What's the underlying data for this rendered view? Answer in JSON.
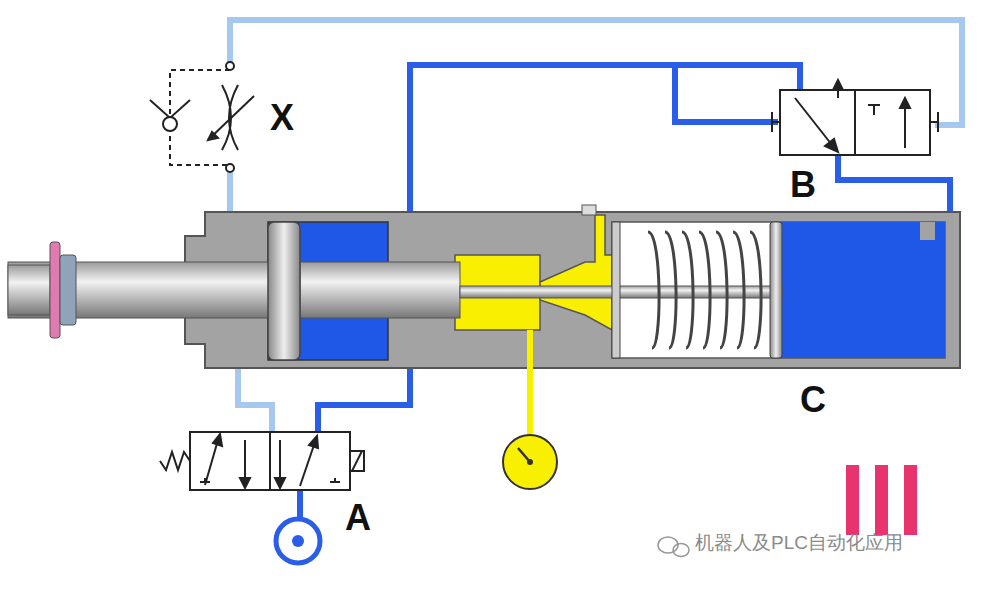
{
  "diagram": {
    "labels": [
      "X",
      "B",
      "C",
      "A",
      "机器人及PLC自动化应用"
    ]
  }
}
